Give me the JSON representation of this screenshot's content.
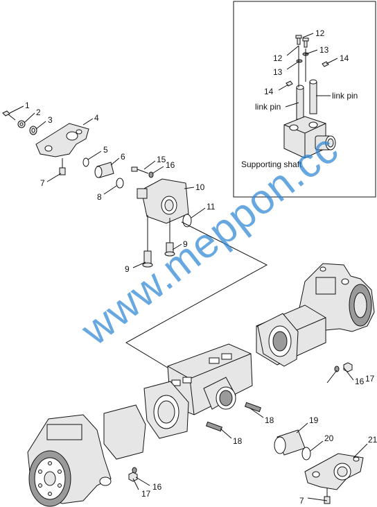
{
  "watermark": "www.meppon.cc",
  "inset": {
    "supporting_shaft_label": "Supporting shaft",
    "link_pin_left_label": "link pin",
    "link_pin_right_label": "link pin",
    "callouts": [
      "12",
      "12",
      "13",
      "13",
      "14",
      "14"
    ]
  },
  "callouts": {
    "c1": "1",
    "c2": "2",
    "c3": "3",
    "c4": "4",
    "c5": "5",
    "c6": "6",
    "c7a": "7",
    "c7b": "7",
    "c8": "8",
    "c9a": "9",
    "c9b": "9",
    "c10": "10",
    "c11": "11",
    "c15": "15",
    "c16a": "16",
    "c16b": "16",
    "c16c": "16",
    "c17a": "17",
    "c17b": "17",
    "c18a": "18",
    "c18b": "18",
    "c19": "19",
    "c20": "20",
    "c21": "21"
  }
}
